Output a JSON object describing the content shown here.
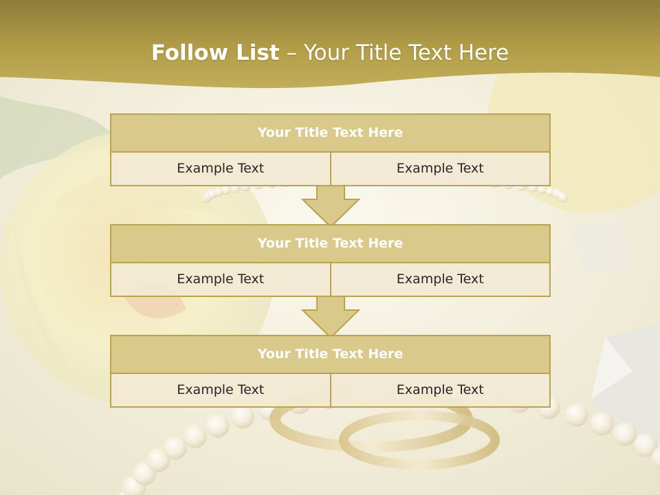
{
  "slide": {
    "title_bold": "Follow List",
    "title_rest": " – Your Title Text Here"
  },
  "blocks": [
    {
      "title": "Your Title Text Here",
      "left": "Example Text",
      "right": "Example Text"
    },
    {
      "title": "Your Title Text Here",
      "left": "Example Text",
      "right": "Example Text"
    },
    {
      "title": "Your Title Text Here",
      "left": "Example Text",
      "right": "Example Text"
    }
  ],
  "colors": {
    "header_band": "#b8a24e",
    "box_fill": "#d9c98a",
    "box_border": "#b9a34e",
    "cell_fill": "#f2ead4",
    "cell_text": "#262626"
  },
  "background_image": {
    "icons": [
      "yellow-rose",
      "pearl-necklace",
      "wedding-rings",
      "crystal"
    ]
  }
}
